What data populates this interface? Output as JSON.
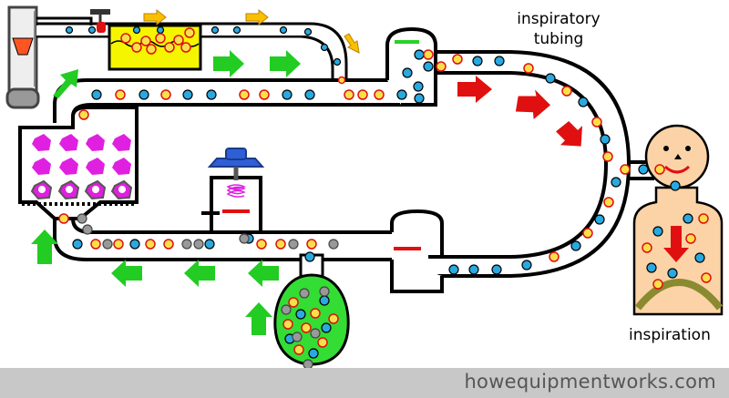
{
  "labels": {
    "inspiratory_tubing_line1": "inspiratory",
    "inspiratory_tubing_line2": "tubing",
    "inspiration": "inspiration"
  },
  "footer": {
    "site": "howequipmentworks.com"
  },
  "colors": {
    "tube_outline": "#000000",
    "tube_fill": "#ffffff",
    "oxygen_bubble": "#29a9e0",
    "anesthetic_bubble": "#f9e04a",
    "co2_bubble": "#999999",
    "flow_arrow_green": "#22cc22",
    "flow_arrow_red": "#e01010",
    "absorbent_granule": "#e020e0",
    "valve_disc": "#e01010",
    "patient_skin": "#fbd3a6",
    "vaporizer_liquid": "#f5f500",
    "bag_fill": "#33dd33",
    "footer_bg": "#c8c8c8"
  },
  "icons": [
    "flowmeter-icon",
    "vaporizer-icon",
    "co2-absorber-icon",
    "apl-valve-icon",
    "inspiratory-valve-icon",
    "expiratory-valve-icon",
    "reservoir-bag-icon",
    "patient-icon"
  ]
}
